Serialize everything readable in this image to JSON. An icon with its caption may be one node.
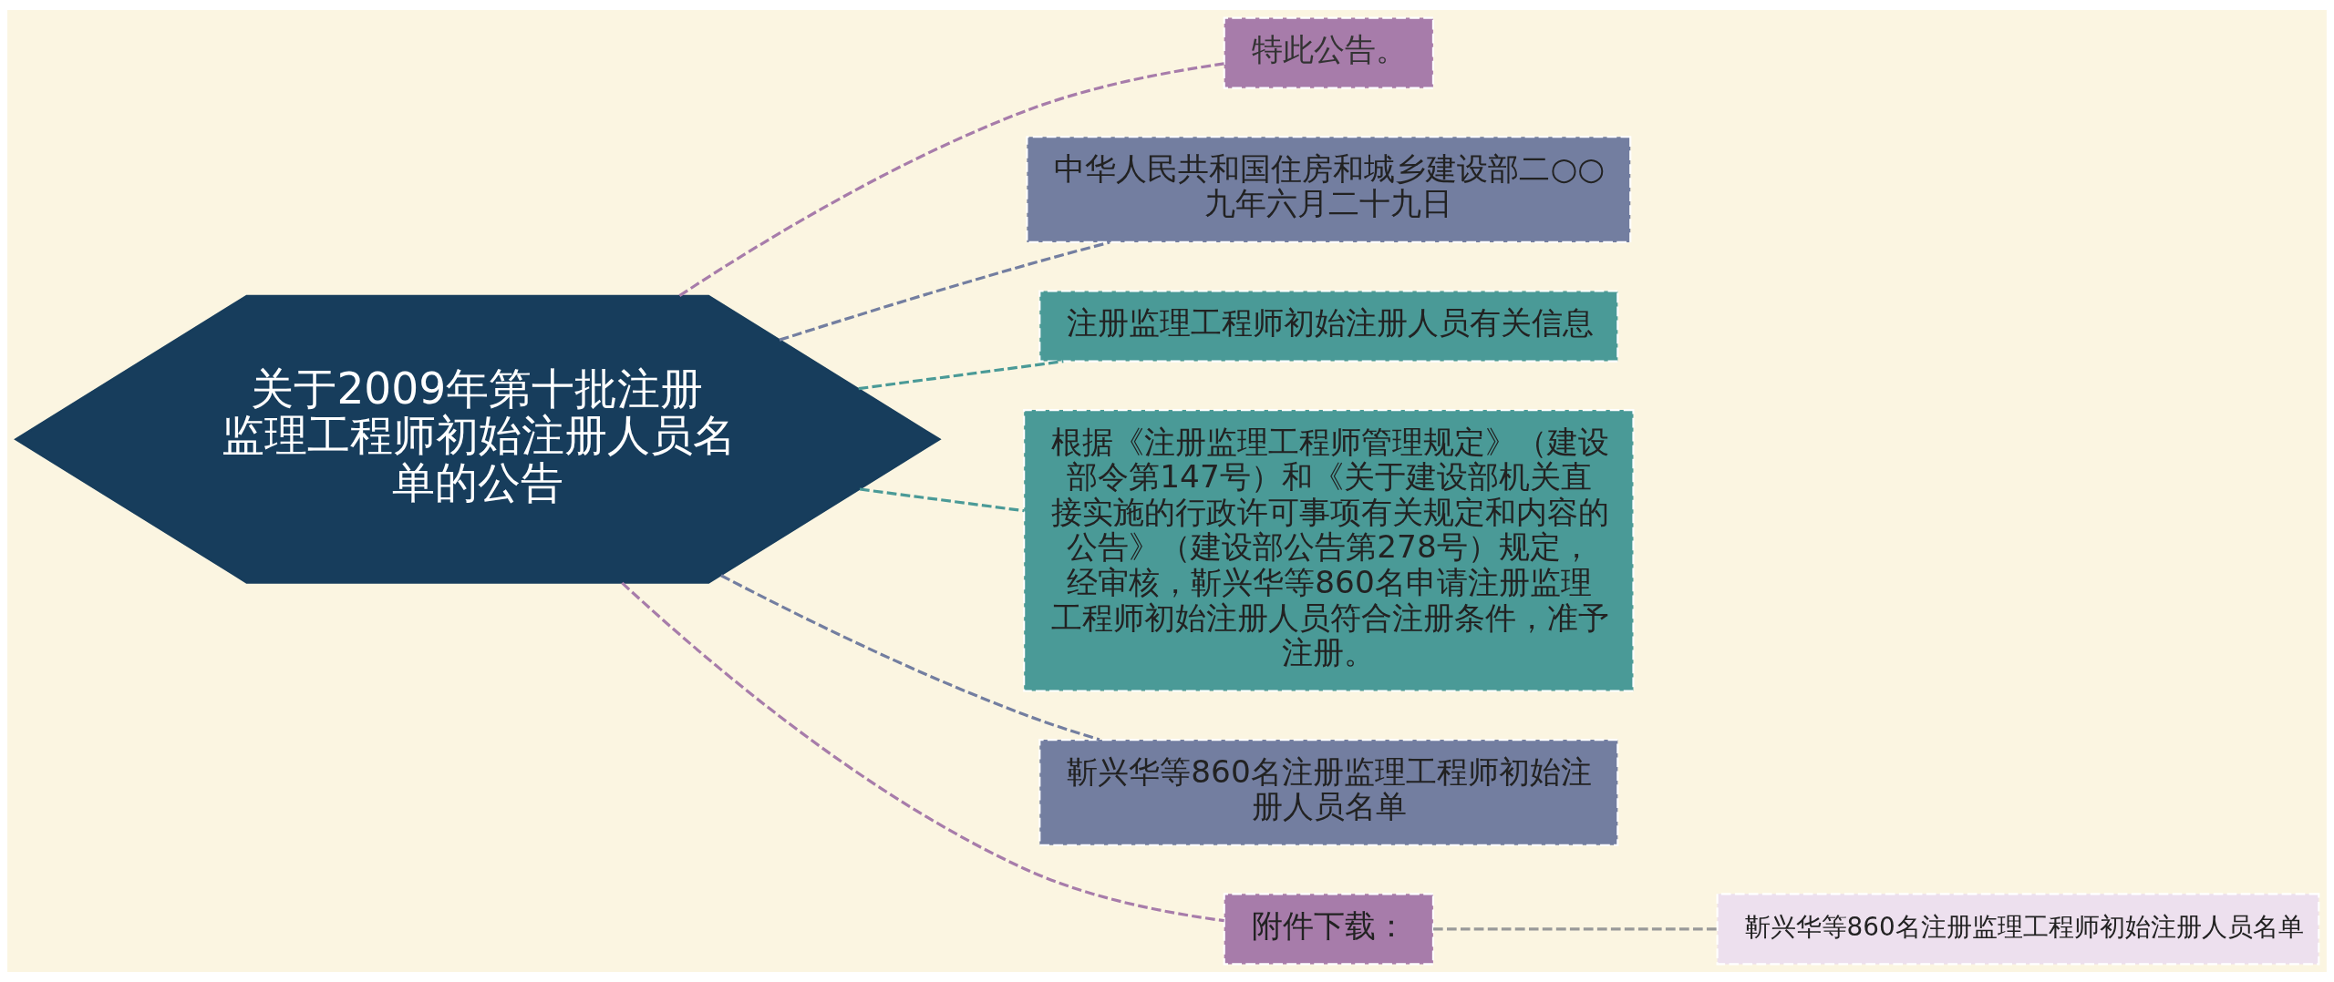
{
  "diagram": {
    "nodes": [
      {
        "text": [
          "关于2009年第十批注册监理工程师初始注册人员名单的公告"
        ]
      },
      {
        "text": [
          "特此公告。"
        ]
      },
      {
        "text": [
          "中华人民共和国住房和城乡建设部二○○九年六月二十九日"
        ]
      },
      {
        "text": [
          "注册监理工程师初始注册人员有关信息"
        ]
      },
      {
        "text": [
          "根据《注册监理工程师管理规定》（建设部令第147号）和《关于建设部机关直接实施的行政许可事项有关规定和内容的公告》（建设部公告第278号）规定，经审核，靳兴华等860名申请注册监理工程师初始注册人员符合注册条件，准予注册。"
        ]
      },
      {
        "text": [
          "靳兴华等860名注册监理工程师初始注册人员名单"
        ]
      },
      {
        "text": [
          "附件下载："
        ]
      },
      {
        "text": [
          "靳兴华等860名注册监理工程师初始注册人员名单"
        ]
      }
    ],
    "edges": [
      {
        "from": 0,
        "to": 1,
        "arrow": "none",
        "style": "dashed",
        "color": "#a77caa"
      },
      {
        "from": 0,
        "to": 2,
        "arrow": "none",
        "style": "dashed",
        "color": "#737ea0"
      },
      {
        "from": 0,
        "to": 3,
        "arrow": "none",
        "style": "dashed",
        "color": "#4a9a97"
      },
      {
        "from": 0,
        "to": 4,
        "arrow": "none",
        "style": "dashed",
        "color": "#4a9a97"
      },
      {
        "from": 0,
        "to": 5,
        "arrow": "none",
        "style": "dashed",
        "color": "#737ea0"
      },
      {
        "from": 0,
        "to": 6,
        "arrow": "none",
        "style": "dashed",
        "color": "#a77caa"
      },
      {
        "from": 6,
        "to": 7,
        "arrow": "none",
        "style": "dashed",
        "color": "#999999"
      }
    ]
  }
}
